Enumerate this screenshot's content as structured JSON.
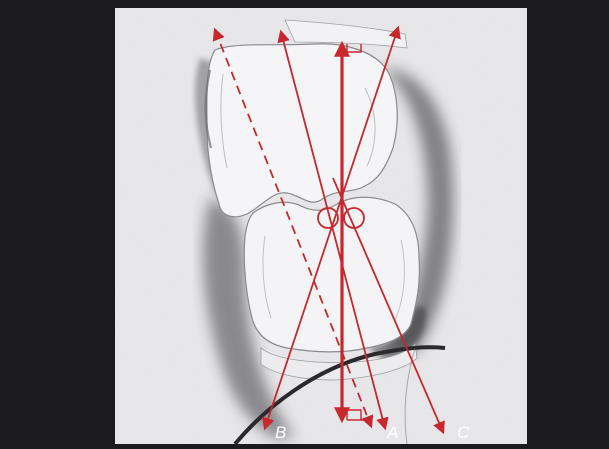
{
  "labels": {
    "a": "A",
    "b": "B",
    "c": "C"
  },
  "colors": {
    "background": "#1b1b1d",
    "paper": "#e9e9ec",
    "tooth": "#f4f4f6",
    "shadow": "#3a3a3c",
    "arrow": "#c8282d"
  }
}
